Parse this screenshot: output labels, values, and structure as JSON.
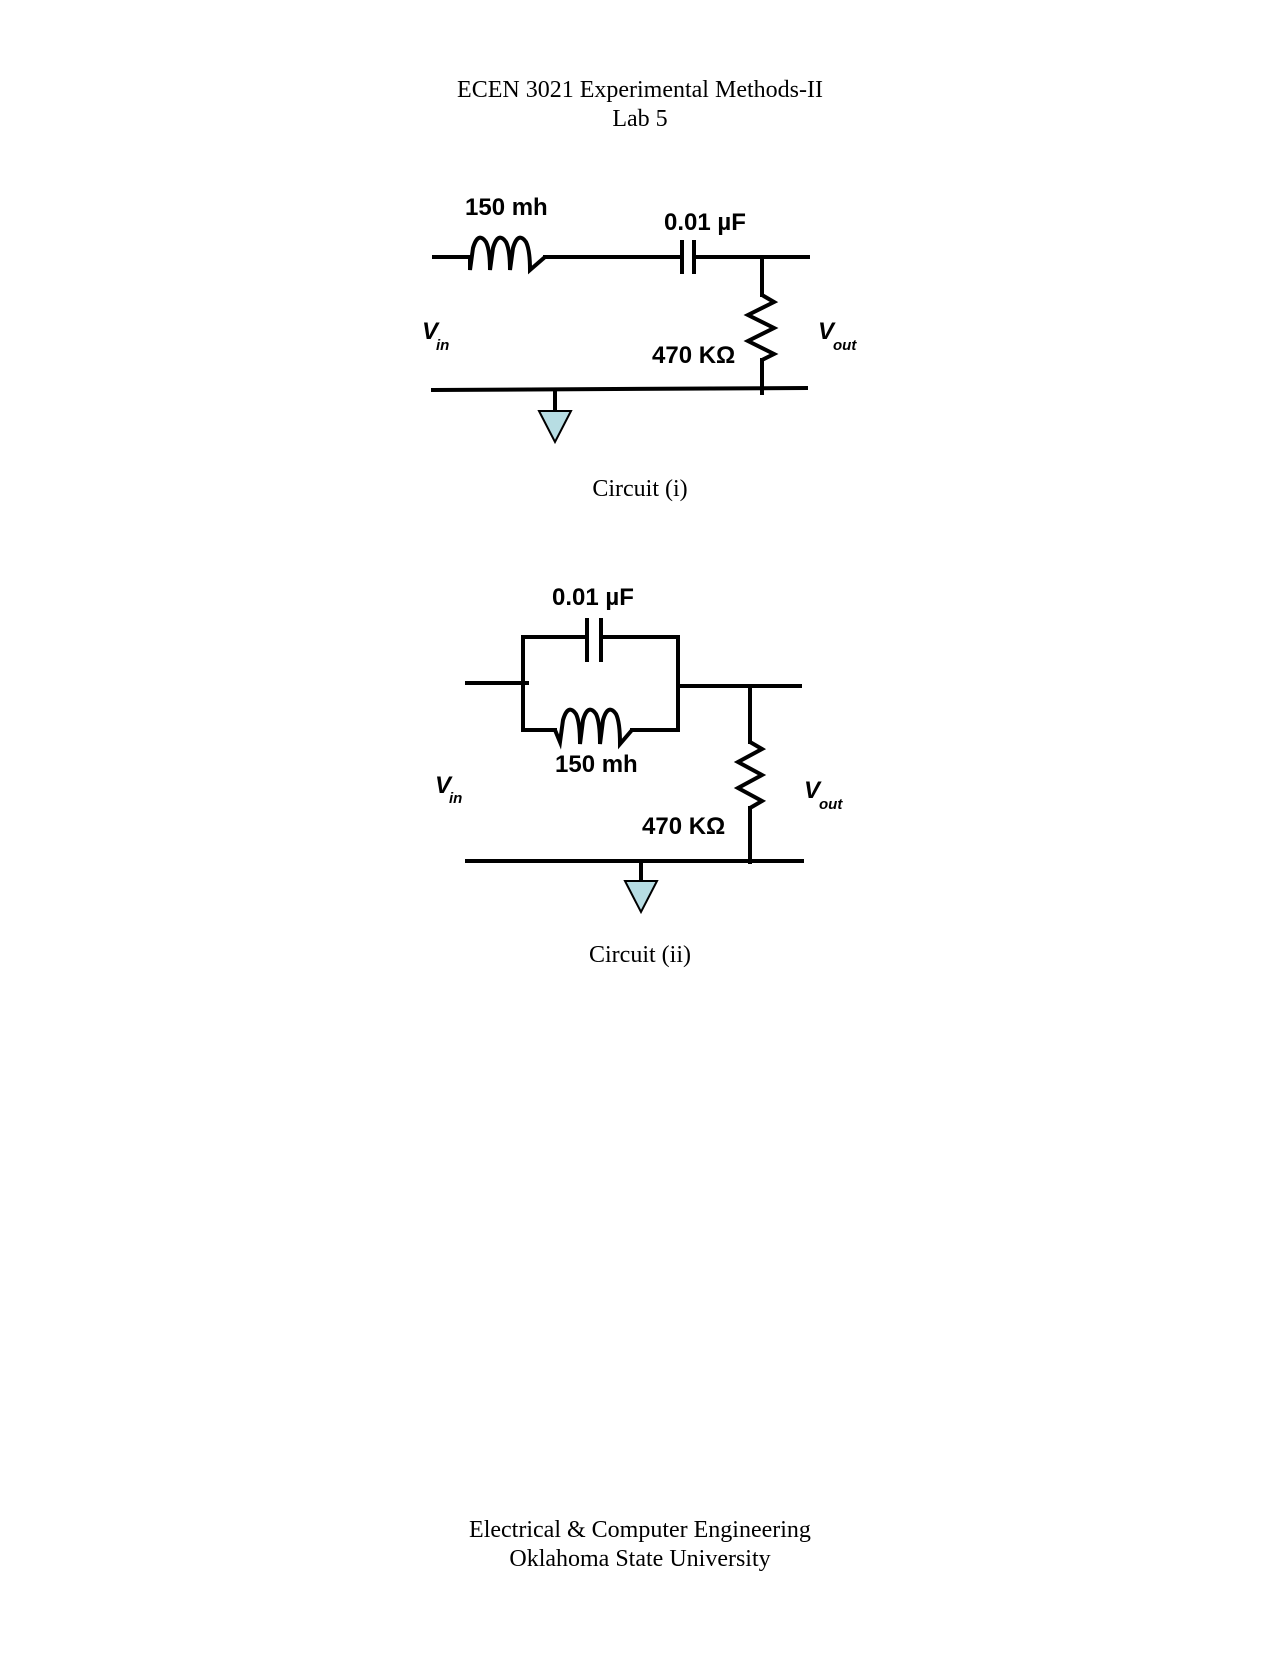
{
  "header": {
    "line1": "ECEN 3021 Experimental Methods-II",
    "line2": "Lab 5"
  },
  "circuit1": {
    "inductor_label": "150 mh",
    "capacitor_label": "0.01 µF",
    "resistor_label": "470 KΩ",
    "vin_main": "V",
    "vin_sub": "in",
    "vout_main": "V",
    "vout_sub": "out",
    "caption": "Circuit (i)"
  },
  "circuit2": {
    "capacitor_label": "0.01 µF",
    "inductor_label": "150 mh",
    "resistor_label": "470 KΩ",
    "vin_main": "V",
    "vin_sub": "in",
    "vout_main": "V",
    "vout_sub": "out",
    "caption": "Circuit (ii)"
  },
  "footer": {
    "line1": "Electrical & Computer Engineering",
    "line2": "Oklahoma State University"
  },
  "colors": {
    "ground_fill": "#b7dde3",
    "line": "#000000"
  }
}
